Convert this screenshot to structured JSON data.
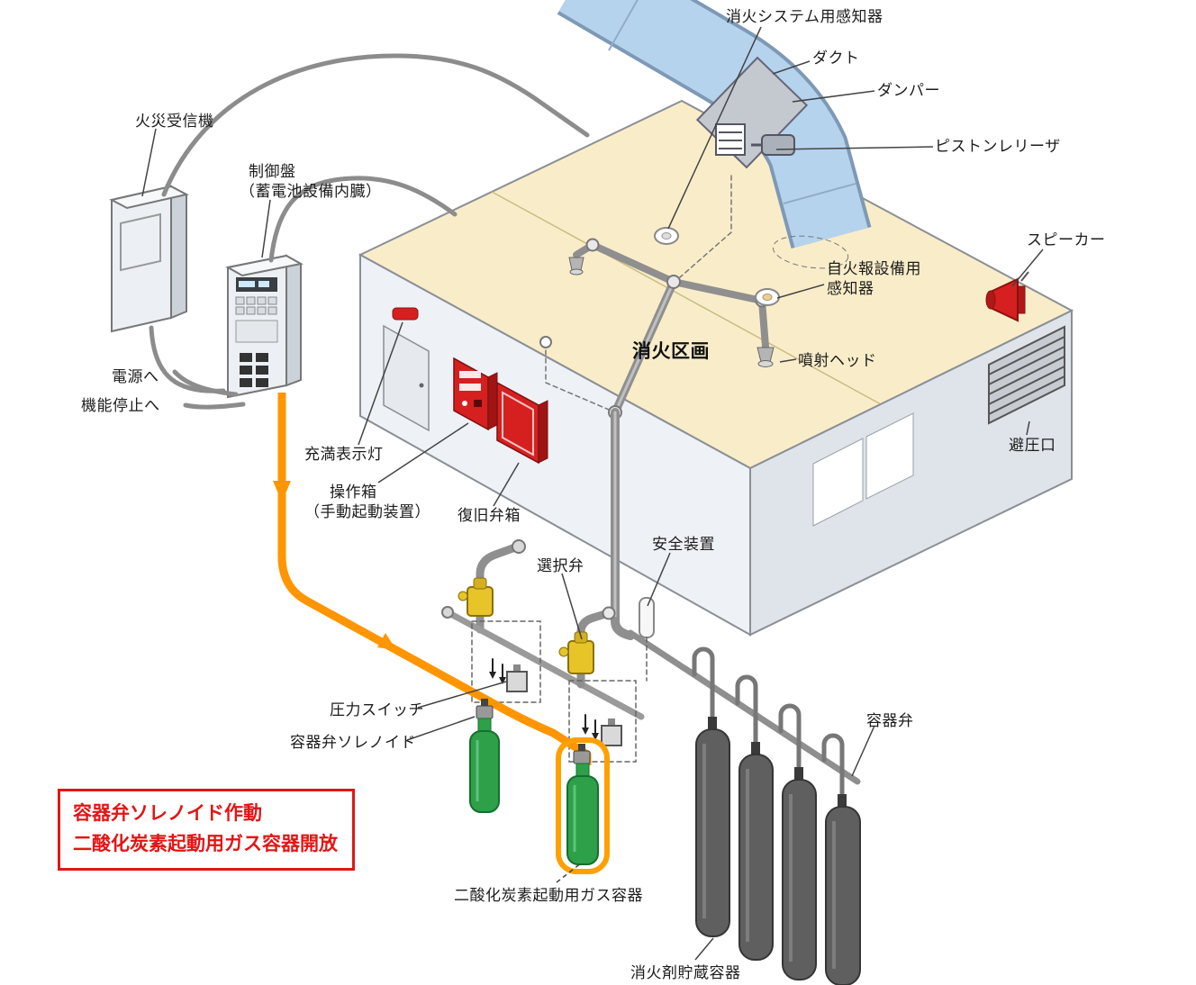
{
  "labels": {
    "system_detector": "消火システム用感知器",
    "duct": "ダクト",
    "damper": "ダンパー",
    "piston_releaser": "ピストンレリーザ",
    "speaker": "スピーカー",
    "fire_receiver": "火災受信機",
    "control_panel_line1": "制御盤",
    "control_panel_line2": "（蓄電池設備内臓）",
    "auto_alarm_detector_line1": "自火報設備用",
    "auto_alarm_detector_line2": "感知器",
    "fire_zone": "消火区画",
    "spray_head": "噴射ヘッド",
    "to_power": "電源へ",
    "to_function_stop": "機能停止へ",
    "full_indicator_lamp": "充満表示灯",
    "operation_box_line1": "操作箱",
    "operation_box_line2": "（手動起動装置）",
    "recovery_valve_box": "復旧弁箱",
    "selector_valve": "選択弁",
    "safety_device": "安全装置",
    "pressure_relief_port": "避圧口",
    "pressure_switch": "圧力スイッチ",
    "container_valve_solenoid": "容器弁ソレノイド",
    "container_valve": "容器弁",
    "co2_starting_gas_container": "二酸化炭素起動用ガス容器",
    "agent_storage_container": "消火剤貯蔵容器"
  },
  "callout": {
    "line1": "容器弁ソレノイド作動",
    "line2": "二酸化炭素起動用ガス容器開放"
  },
  "colors": {
    "highlight_orange": "#ff9500",
    "alert_red": "#d62020",
    "duct_blue": "#b6d3ee",
    "roof_cream": "#f9edc9",
    "cylinder_green": "#2fa04a",
    "storage_gray": "#5f5f5f"
  }
}
